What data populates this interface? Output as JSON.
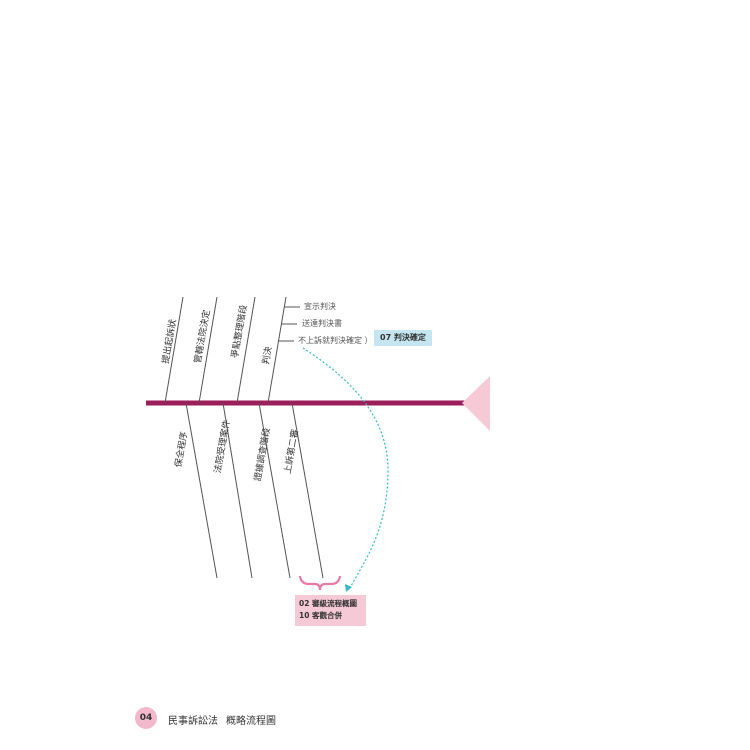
{
  "branches_top": [
    {
      "label": "提出起訴狀"
    },
    {
      "label": "管轄法院決定"
    },
    {
      "label": "爭點整理階段"
    },
    {
      "label": "判決"
    }
  ],
  "branches_bottom": [
    {
      "label": "保全程序"
    },
    {
      "label": "法院受理案件"
    },
    {
      "label": "證據調查階段"
    },
    {
      "label": "上訴第二審"
    }
  ],
  "judgment_notes": [
    {
      "text": "宣示判決"
    },
    {
      "text": "送達判決書"
    },
    {
      "text": "不上訴就判決確定"
    }
  ],
  "tag_final": "07 判決確定",
  "ref_box": {
    "line1": "02 審級流程概圖",
    "line2": "10 客觀合併"
  },
  "colors": {
    "spine": "#9b1d5a",
    "head": "#f6c9d6",
    "bone": "#555555",
    "dash": "#3ab7c6",
    "brace": "#e87aa5",
    "tag_blue": "#c5e6f0",
    "badge": "#f2b8cc"
  },
  "footer": {
    "page": "04",
    "subject": "民事訴訟法",
    "section": "概略流程圖"
  }
}
